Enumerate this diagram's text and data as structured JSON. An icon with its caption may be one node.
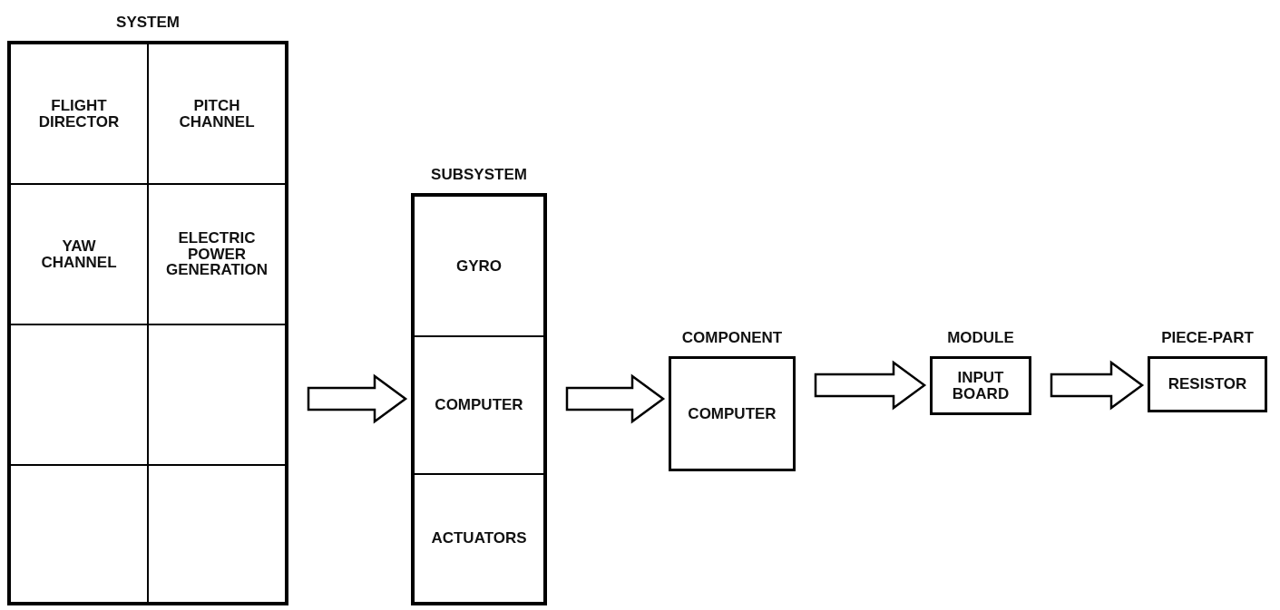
{
  "diagram": {
    "nodes": [
      {
        "text": [
          "SYSTEM"
        ]
      },
      {
        "text": [
          "FLIGHT DIRECTOR"
        ],
        "in": 0
      },
      {
        "text": [
          "PITCH CHANNEL"
        ],
        "in": 0
      },
      {
        "text": [
          "YAW CHANNEL"
        ],
        "in": 0
      },
      {
        "text": [
          "ELECTRIC POWER GENERATION"
        ],
        "in": 0
      },
      {
        "text": [],
        "shape": "box",
        "in": 0
      },
      {
        "text": [],
        "shape": "box",
        "in": 0
      },
      {
        "text": [],
        "shape": "box",
        "in": 0
      },
      {
        "text": [],
        "shape": "box",
        "in": 0
      },
      {
        "text": [
          "SUBSYSTEM"
        ]
      },
      {
        "text": [
          "GYRO"
        ],
        "in": 9
      },
      {
        "text": [
          "COMPUTER"
        ],
        "in": 9
      },
      {
        "text": [
          "ACTUATORS"
        ],
        "in": 9
      },
      {
        "text": [
          "COMPONENT",
          "COMPUTER"
        ]
      },
      {
        "text": [
          "MODULE",
          "INPUT BOARD"
        ]
      },
      {
        "text": [
          "PIECE-PART",
          "RESISTOR"
        ]
      }
    ],
    "edges": [
      {
        "from": 0,
        "to": 9,
        "arrow": "to"
      },
      {
        "from": 9,
        "to": 13,
        "arrow": "to"
      },
      {
        "from": 13,
        "to": 14,
        "arrow": "to"
      },
      {
        "from": 14,
        "to": 15,
        "arrow": "to"
      }
    ]
  }
}
